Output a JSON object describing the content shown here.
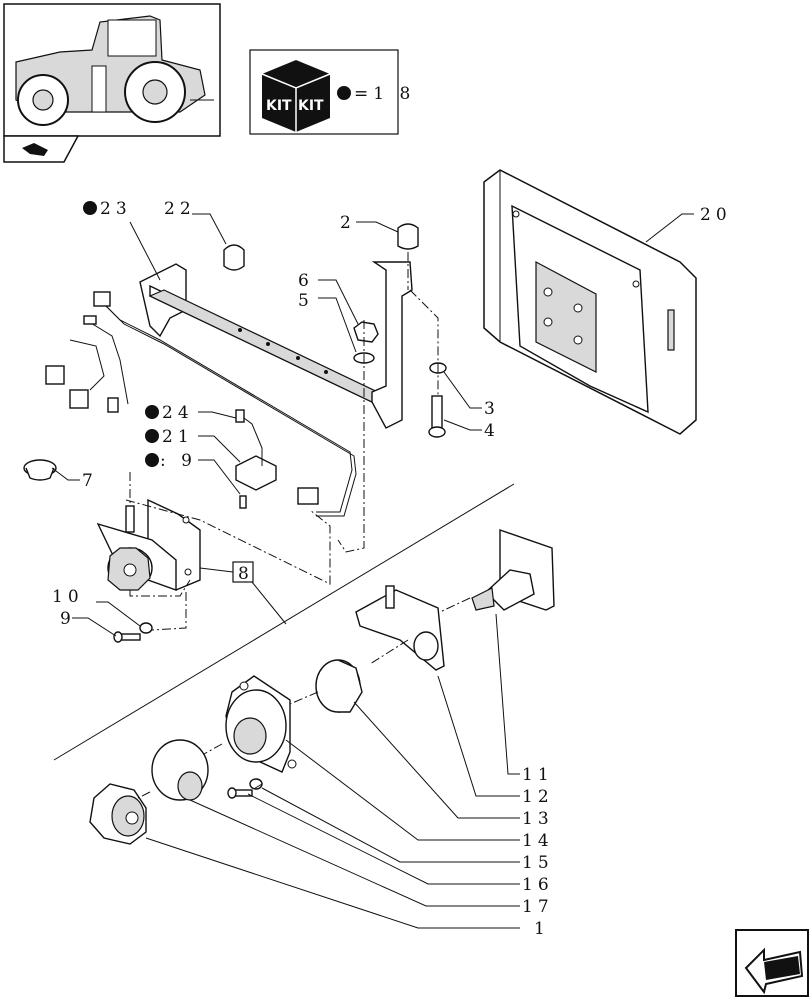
{
  "kit_legend": {
    "text": "=1 8",
    "kit_word_1": "KIT",
    "kit_word_2": "KIT"
  },
  "inset_box": {
    "badge": "8"
  },
  "labels": {
    "l23": "23",
    "l22": "22",
    "l2": "2",
    "l6": "6",
    "l5": "5",
    "l20": "20",
    "l3": "3",
    "l4": "4",
    "l24": "24",
    "l21": "21",
    "l19": ": 9",
    "l7": "7",
    "l10": "10",
    "l9": "9",
    "l11": "11",
    "l12": "12",
    "l13": "13",
    "l14": "14",
    "l15": "15",
    "l16": "16",
    "l17": "17",
    "l1": "1"
  },
  "colors": {
    "line": "#111111",
    "shade": "#d9d9d9",
    "background": "#ffffff"
  },
  "icons": [
    "tractor-icon",
    "kit-box-icon",
    "bullet-icon",
    "category-icon",
    "back-arrow-icon"
  ]
}
